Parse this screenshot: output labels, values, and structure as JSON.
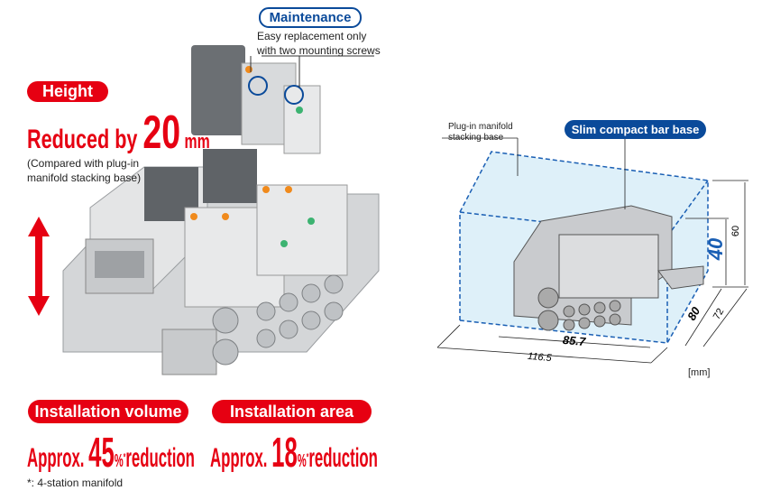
{
  "maintenance": {
    "badge": "Maintenance",
    "line1": "Easy replacement only",
    "line2": "with two mounting screws"
  },
  "height": {
    "badge": "Height",
    "prefix": "Reduced by ",
    "value": "20",
    "unit": " mm",
    "note1": "(Compared with plug-in",
    "note2": "manifold stacking base)"
  },
  "volume": {
    "badge": "Installation volume",
    "prefix": "Approx. ",
    "value": "45",
    "pct": "%",
    "star": "*",
    "suffix": "reduction"
  },
  "area": {
    "badge": "Installation area",
    "prefix": "Approx. ",
    "value": "18",
    "pct": "%",
    "star": "*",
    "suffix": "reduction"
  },
  "footnote": "*: 4-station manifold",
  "diagram": {
    "plugin_label1": "Plug-in manifold",
    "plugin_label2": "stacking base",
    "slim_badge": "Slim compact bar base",
    "dim_40": "40",
    "dim_60": "60",
    "dim_80": "80",
    "dim_72": "72",
    "dim_85_7": "85.7",
    "dim_116_5": "116.5",
    "unit": "[mm]"
  },
  "colors": {
    "red": "#e60012",
    "blue": "#0a4a9a"
  }
}
